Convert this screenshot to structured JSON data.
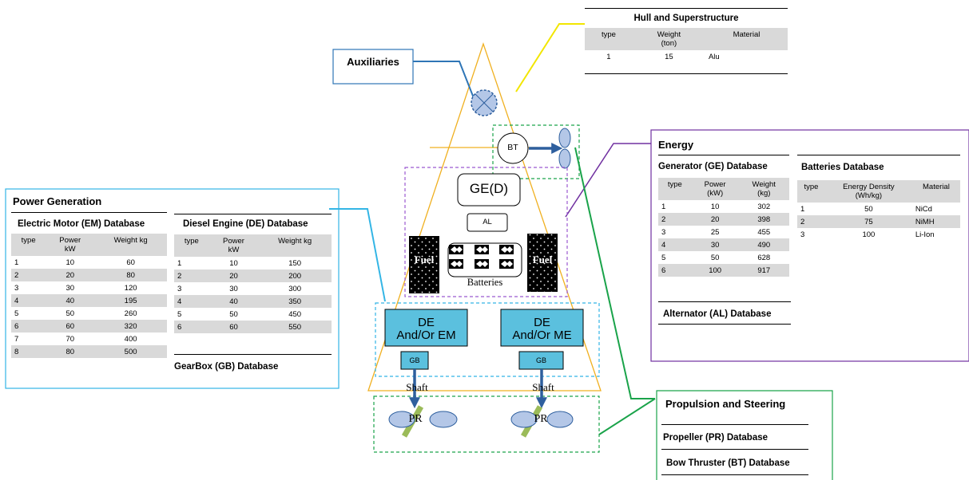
{
  "hull": {
    "title": "Hull and Superstructure",
    "headers": [
      "type",
      "Weight\n(ton)",
      "Material"
    ],
    "rows": [
      [
        "1",
        "15",
        "Alu"
      ]
    ]
  },
  "auxiliaries": {
    "title": "Auxiliaries"
  },
  "ship": {
    "bt": "BT",
    "ge": "GE(D)",
    "al": "AL",
    "fuel": "Fuel",
    "batteries": "Batteries",
    "de_left": [
      "DE",
      "And/Or EM"
    ],
    "de_right": [
      "DE",
      "And/Or ME"
    ],
    "gb": "GB",
    "shaft": "Shaft",
    "pr": "PR"
  },
  "energy": {
    "title": "Energy",
    "generator": {
      "title": "Generator (GE) Database",
      "headers": [
        "type",
        "Power\n(kW)",
        "Weight\n(kg)"
      ],
      "rows": [
        [
          "1",
          "10",
          "302"
        ],
        [
          "2",
          "20",
          "398"
        ],
        [
          "3",
          "25",
          "455"
        ],
        [
          "4",
          "30",
          "490"
        ],
        [
          "5",
          "50",
          "628"
        ],
        [
          "6",
          "100",
          "917"
        ]
      ]
    },
    "batteries": {
      "title": "Batteries Database",
      "headers": [
        "type",
        "Energy Density\n(Wh/kg)",
        "Material"
      ],
      "rows": [
        [
          "1",
          "50",
          "NiCd"
        ],
        [
          "2",
          "75",
          "NiMH"
        ],
        [
          "3",
          "100",
          "Li-Ion"
        ]
      ]
    },
    "alternator": {
      "title": "Alternator (AL) Database"
    }
  },
  "power": {
    "title": "Power Generation",
    "em": {
      "title": "Electric Motor (EM) Database",
      "headers": [
        "type",
        "Power\nkW",
        "Weight kg"
      ],
      "rows": [
        [
          "1",
          "10",
          "60"
        ],
        [
          "2",
          "20",
          "80"
        ],
        [
          "3",
          "30",
          "120"
        ],
        [
          "4",
          "40",
          "195"
        ],
        [
          "5",
          "50",
          "260"
        ],
        [
          "6",
          "60",
          "320"
        ],
        [
          "7",
          "70",
          "400"
        ],
        [
          "8",
          "80",
          "500"
        ]
      ]
    },
    "de": {
      "title": "Diesel Engine (DE) Database",
      "headers": [
        "type",
        "Power\nkW",
        "Weight kg"
      ],
      "rows": [
        [
          "1",
          "10",
          "150"
        ],
        [
          "2",
          "20",
          "200"
        ],
        [
          "3",
          "30",
          "300"
        ],
        [
          "4",
          "40",
          "350"
        ],
        [
          "5",
          "50",
          "450"
        ],
        [
          "6",
          "60",
          "550"
        ]
      ]
    },
    "gearbox": {
      "title": "GearBox (GB) Database"
    }
  },
  "propulsion": {
    "title": "Propulsion and Steering",
    "propeller": {
      "title": "Propeller (PR) Database"
    },
    "bow": {
      "title": "Bow Thruster (BT) Database"
    }
  },
  "colors": {
    "hull_line": "#f2e600",
    "triangle": "#f0b020",
    "aux": "#2e75b6",
    "energy": "#7030a0",
    "power": "#33b5e5",
    "propulsion": "#1aa34a",
    "block_fill": "#5bc0de",
    "oval_fill": "#b4c7e7",
    "shaft": "#9bbb59"
  }
}
